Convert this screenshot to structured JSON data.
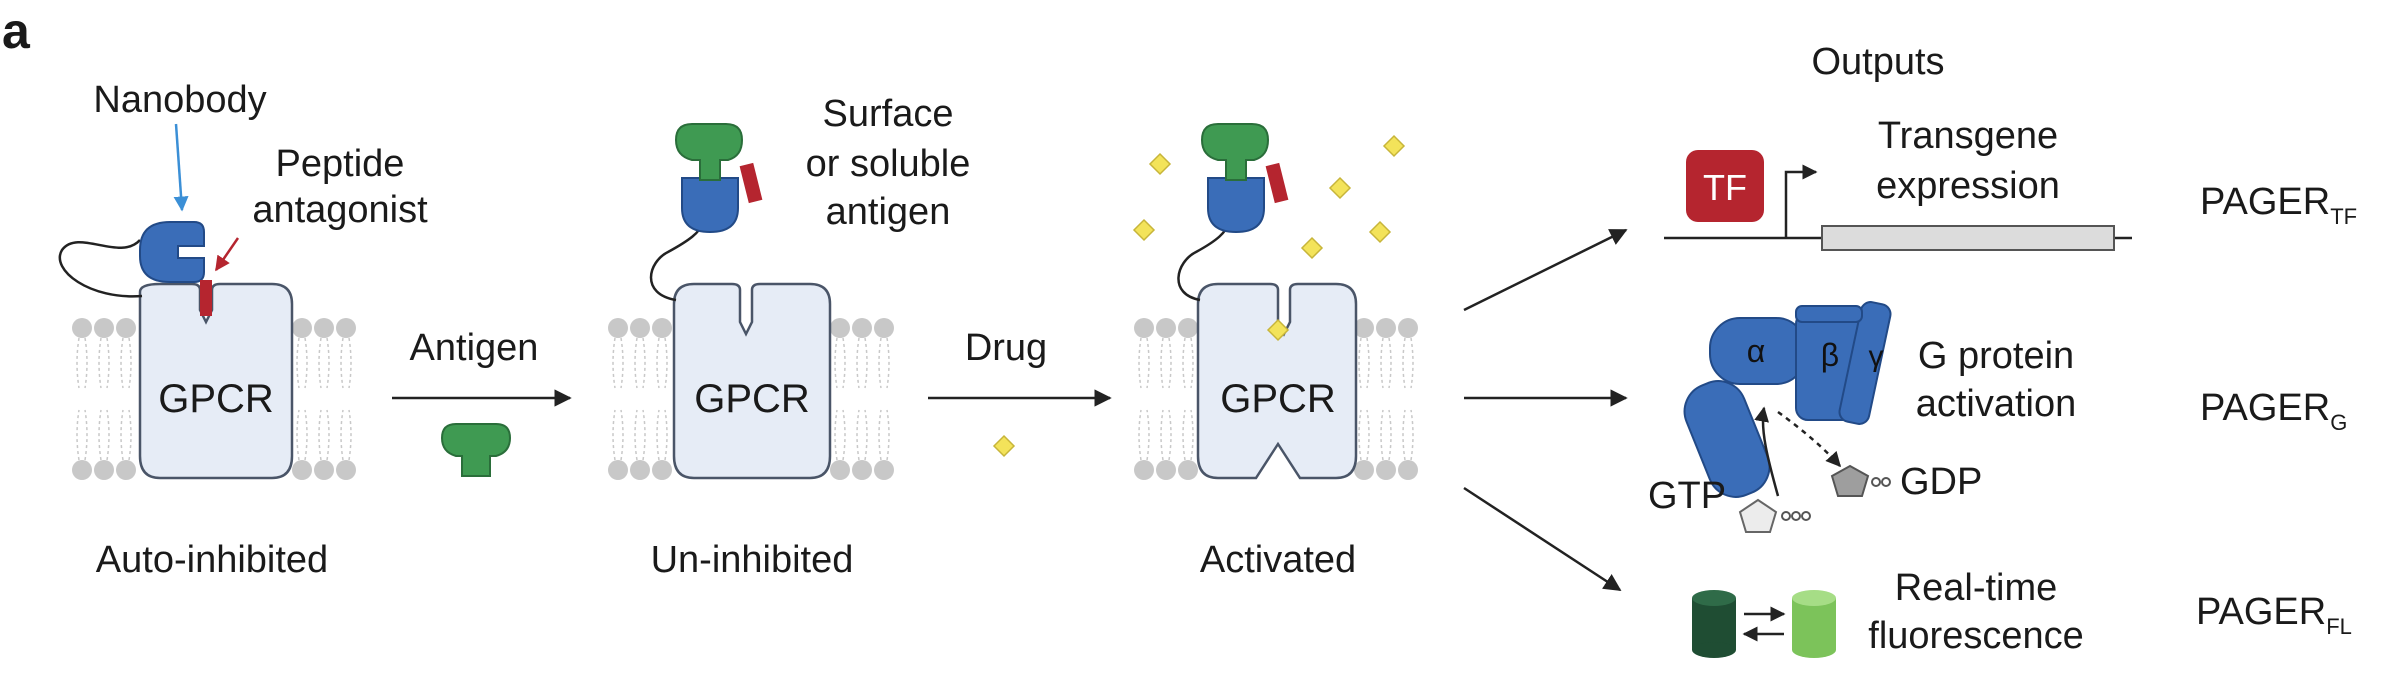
{
  "panel_label": "a",
  "colors": {
    "nanobody": "#3a6db8",
    "nanobody_dark": "#224a87",
    "peptide": "#b5252f",
    "antigen": "#3f9a52",
    "drug": "#f3e35a",
    "gpcr_fill": "#e6ecf6",
    "gpcr_stroke": "#4a5568",
    "membrane": "#c8c8c8",
    "tf_box": "#b5252f",
    "fluor_dark": "#1f4d33",
    "fluor_light": "#7cc35a",
    "gdp_gtp": "#b8b8b8",
    "blue_arrow": "#3b8fd6"
  },
  "states": [
    {
      "gpcr_label": "GPCR",
      "caption": "Auto-inhibited"
    },
    {
      "gpcr_label": "GPCR",
      "caption": "Un-inhibited"
    },
    {
      "gpcr_label": "GPCR",
      "caption": "Activated"
    }
  ],
  "annotations": {
    "nanobody": "Nanobody",
    "peptide_line1": "Peptide",
    "peptide_line2": "antagonist",
    "antigen_line1": "Surface",
    "antigen_line2": "or soluble",
    "antigen_line3": "antigen"
  },
  "transitions": {
    "antigen": "Antigen",
    "drug": "Drug"
  },
  "outputs": {
    "header": "Outputs",
    "transgene": {
      "tf_label": "TF",
      "line1": "Transgene",
      "line2": "expression",
      "name": "PAGER",
      "subscript": "TF"
    },
    "gprotein": {
      "alpha": "α",
      "beta": "β",
      "gamma": "γ",
      "line1": "G protein",
      "line2": "activation",
      "gtp": "GTP",
      "gdp": "GDP",
      "name": "PAGER",
      "subscript": "G"
    },
    "fluorescence": {
      "line1": "Real-time",
      "line2": "fluorescence",
      "name": "PAGER",
      "subscript": "FL"
    }
  }
}
